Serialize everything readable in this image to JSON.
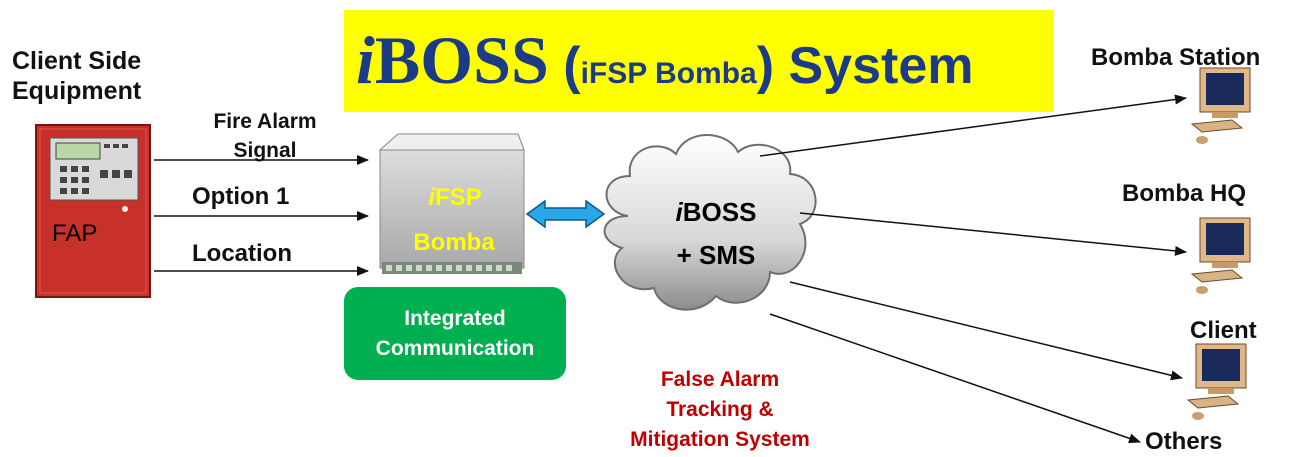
{
  "title": {
    "prefix_i": "i",
    "main": "BOSS",
    "paren_open": " (",
    "paren_inner": "iFSP Bomba",
    "paren_close": ")",
    "suffix": " System"
  },
  "client_side": {
    "label_line1": "Client Side",
    "label_line2": "Equipment",
    "panel_label": "FAP"
  },
  "signals": {
    "fire_alarm_line1": "Fire Alarm",
    "fire_alarm_line2": "Signal",
    "option1": "Option 1",
    "location": "Location"
  },
  "device": {
    "line1_i": "i",
    "line1_rest": "FSP",
    "line2": "Bomba"
  },
  "integrated_box": {
    "line1": "Integrated",
    "line2": "Communication"
  },
  "cloud": {
    "line1_i": "i",
    "line1_rest": "BOSS",
    "line2": "+ SMS"
  },
  "false_alarm": {
    "line1": "False Alarm",
    "line2": "Tracking &",
    "line3": "Mitigation System"
  },
  "destinations": {
    "bomba_station": "Bomba Station",
    "bomba_hq": "Bomba HQ",
    "client": "Client",
    "others": "Others"
  },
  "colors": {
    "banner": "#ffff00",
    "title_text": "#1b3a87",
    "green_box": "#00b050",
    "red_text": "#c00000",
    "fap_panel": "#c8302a",
    "arrow_double": "#2aa7e8"
  }
}
